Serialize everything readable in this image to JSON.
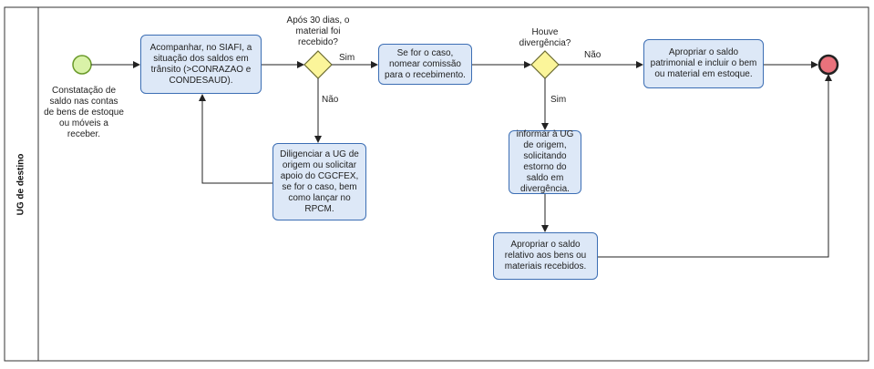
{
  "lane": {
    "title": "UG de destino"
  },
  "start_event": {
    "label": "Constatação de saldo nas contas de bens de estoque ou móveis a receber."
  },
  "tasks": {
    "acompanhar": "Acompanhar, no SIAFI, a situação dos saldos em trânsito (>CONRAZAO e CONDESAUD).",
    "diligenciar": "Diligenciar a UG de origem ou solicitar apoio do CGCFEX, se for o caso, bem como lançar no RPCM.",
    "nomear": "Se for o caso, nomear comissão para o recebimento.",
    "informar": "informar à UG de origem, solicitando estorno do saldo em divergência.",
    "apropriar_relativo": "Apropriar o saldo relativo aos bens ou materiais recebidos.",
    "apropriar_patrimonial": "Apropriar o saldo patrimonial e incluir o bem ou material em estoque."
  },
  "gateways": {
    "g1": {
      "question": "Após 30 dias, o material foi recebido?",
      "yes": "Sim",
      "no": "Não"
    },
    "g2": {
      "question": "Houve divergência?",
      "yes": "Sim",
      "no": "Não"
    }
  },
  "colors": {
    "task_fill": "#dde8f7",
    "task_stroke": "#3c6eb4",
    "gateway_fill": "#fbf59a",
    "start_fill": "#d9f2a8",
    "end_fill": "#e9727c"
  }
}
